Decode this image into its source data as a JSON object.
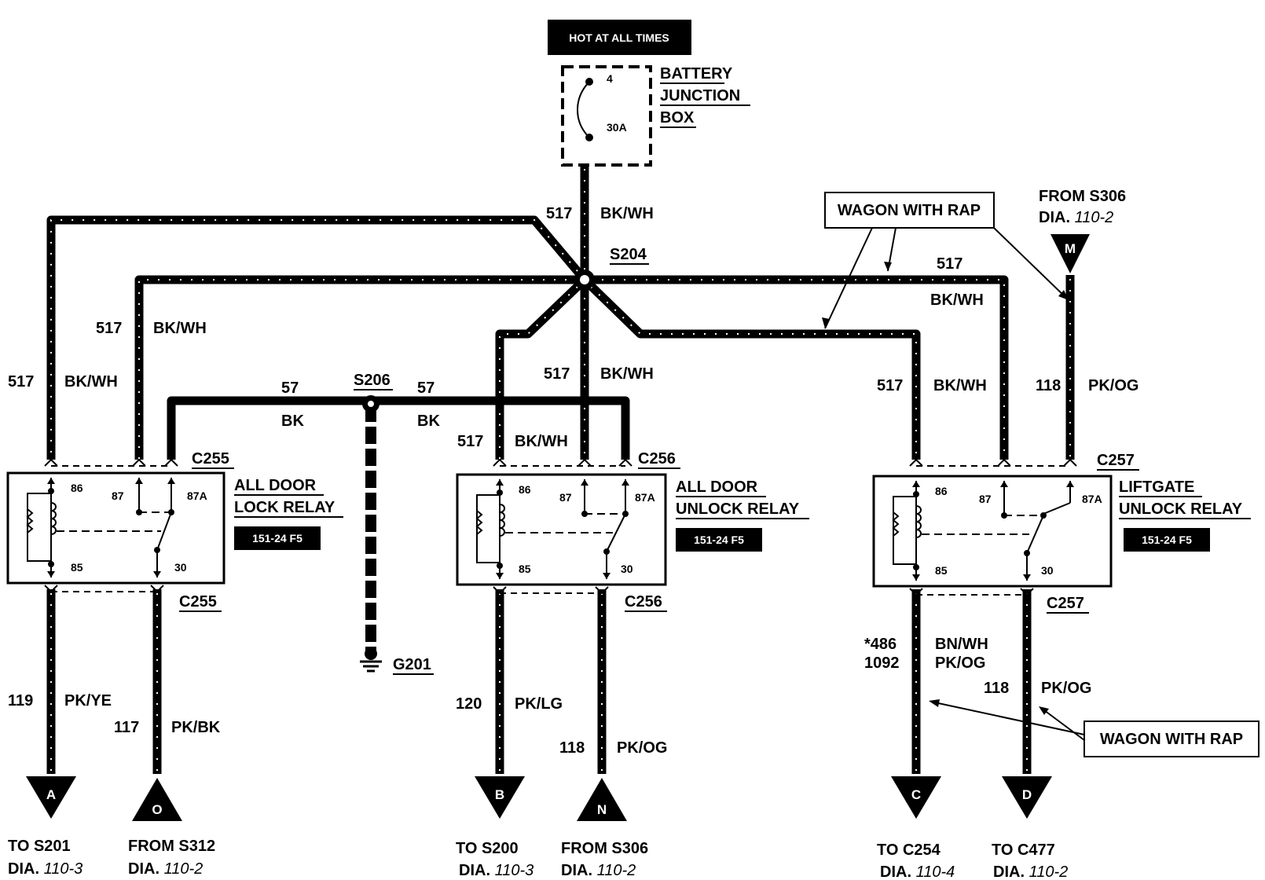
{
  "header": {
    "hot_at_all_times": "HOT AT ALL TIMES",
    "battery_junction_box": [
      "BATTERY",
      "JUNCTION",
      "BOX"
    ],
    "fuse_number": "4",
    "fuse_rating": "30A"
  },
  "splices": {
    "s204": "S204",
    "s206": "S206"
  },
  "ground": "G201",
  "wire_labels": {
    "main_517": "517",
    "main_bkwh": "BK/WH",
    "left_outer_517": "517",
    "left_outer_bkwh": "BK/WH",
    "left_inner_517": "517",
    "left_inner_bkwh": "BK/WH",
    "ground_left_57": "57",
    "ground_left_bk": "BK",
    "ground_right_57": "57",
    "ground_right_bk": "BK",
    "center_517_upper": "517",
    "center_bkwh_upper": "BK/WH",
    "center_517_lower": "517",
    "center_bkwh_lower": "BK/WH",
    "right_top_517": "517",
    "right_top_bkwh": "BK/WH",
    "right_517": "517",
    "right_bkwh": "BK/WH",
    "right_118": "118",
    "right_pkog": "PK/OG"
  },
  "wagon_labels": [
    "WAGON WITH RAP",
    "WAGON WITH RAP"
  ],
  "from_s306_top": {
    "text": "FROM S306",
    "dia": "DIA.",
    "num": "110-2",
    "letter": "M"
  },
  "relays": [
    {
      "connector": "C255",
      "name": [
        "ALL DOOR",
        "LOCK RELAY"
      ],
      "part": "151-24 F5",
      "pins": [
        "86",
        "87",
        "87A",
        "85",
        "30"
      ]
    },
    {
      "connector": "C256",
      "name": [
        "ALL DOOR",
        "UNLOCK RELAY"
      ],
      "part": "151-24 F5",
      "pins": [
        "86",
        "87",
        "87A",
        "85",
        "30"
      ]
    },
    {
      "connector": "C257",
      "name": [
        "LIFTGATE",
        "UNLOCK RELAY"
      ],
      "part": "151-24 F5",
      "pins": [
        "86",
        "87",
        "87A",
        "85",
        "30"
      ]
    }
  ],
  "bottom_wires": [
    {
      "circuit": "119",
      "color": "PK/YE",
      "letter": "A",
      "dest": "TO S201",
      "dia": "DIA.",
      "num": "110-3"
    },
    {
      "circuit": "117",
      "color": "PK/BK",
      "letter": "O",
      "dest": "FROM S312",
      "dia": "DIA.",
      "num": "110-2"
    },
    {
      "circuit": "120",
      "color": "PK/LG",
      "letter": "B",
      "dest": "TO S200",
      "dia": "DIA.",
      "num": "110-3"
    },
    {
      "circuit": "118",
      "color": "PK/OG",
      "letter": "N",
      "dest": "FROM S306",
      "dia": "DIA.",
      "num": "110-2"
    },
    {
      "circuit": "*486\n1092",
      "circuit_lines": [
        "*486",
        "1092"
      ],
      "color_lines": [
        "BN/WH",
        "PK/OG"
      ],
      "letter": "C",
      "dest": "TO C254",
      "dia": "DIA.",
      "num": "110-4"
    },
    {
      "circuit": "118",
      "color": "PK/OG",
      "letter": "D",
      "dest": "TO C477",
      "dia": "DIA.",
      "num": "110-2"
    }
  ]
}
